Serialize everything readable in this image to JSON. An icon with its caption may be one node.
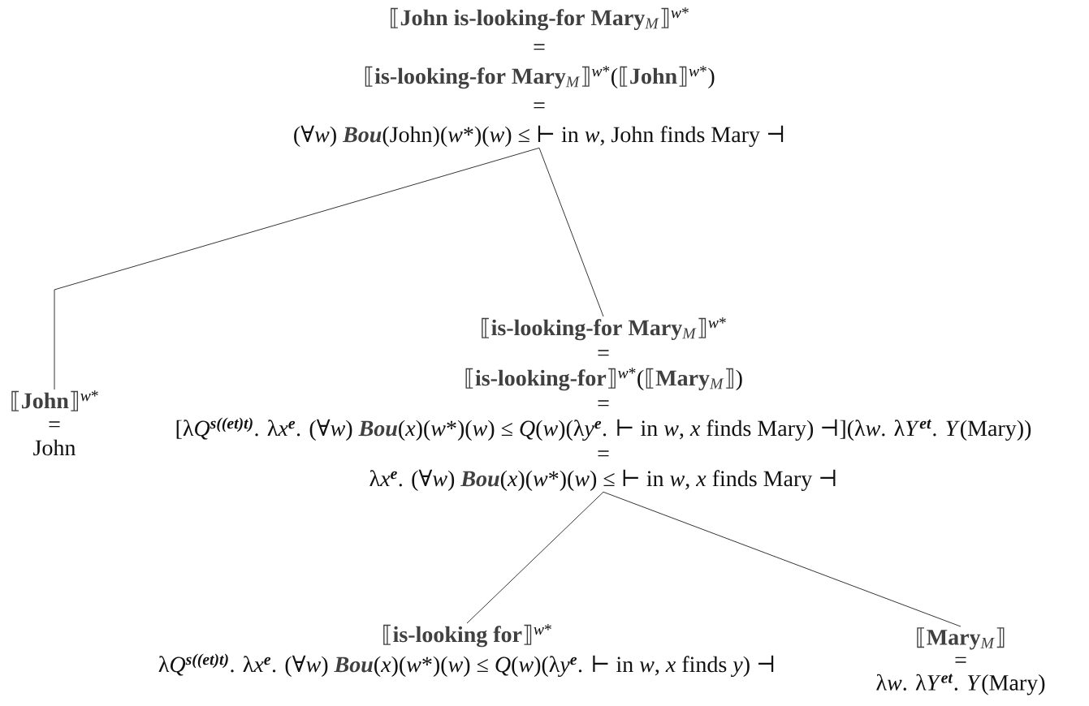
{
  "diagram": {
    "nodes": [
      {
        "text": [
          "\\text{\\textcolor{darkgray}{⟦\\textbf{John is-looking-for Mary}\\textsubscript{\\textit{M}}⟧}\\textsuperscript{\\textit{w}*}}",
          "=",
          "\\text{\\textcolor{darkgray}{⟦\\textbf{is-looking-for Mary}\\textsubscript{\\textit{M}}⟧}\\textsuperscript{\\textit{w}*}(\\textcolor{darkgray}{⟦\\textbf{John}⟧}\\textsuperscript{\\textit{w}*})}",
          "=",
          "\\text{(∀\\textit{w}) \\textcolor{darkgray}{\\textbf{\\textit{Bou}}}(John)(\\textit{w}*)(\\textit{w}) ≤ ⊢  in \\textit{w}, John finds Mary ⊣}"
        ]
      },
      {
        "text": [
          "\\text{\\textcolor{darkgray}{⟦\\textbf{John}⟧}\\textsuperscript{\\textit{w}*}}",
          "=",
          "John"
        ]
      },
      {
        "text": [
          "\\text{\\textcolor{darkgray}{⟦\\textbf{is-looking-for Mary}\\textsubscript{\\textit{M}}⟧}\\textsuperscript{\\textit{w}*}}",
          "=",
          "\\text{\\textcolor{darkgray}{⟦\\textbf{is-looking-for}⟧}\\textsuperscript{\\textit{w}*}(\\textcolor{darkgray}{⟦\\textbf{Mary}\\textsubscript{\\textit{M}}⟧})}",
          "=",
          "\\text{[λ\\textit{Q}\\textsuperscript{\\textbf{\\textit{s((et)t)}}}. λ\\textit{x}\\textsuperscript{\\textbf{\\textit{e}}}. (∀\\textit{w}) \\textcolor{darkgray}{\\textbf{\\textit{Bou}}}(\\textit{x})(\\textit{w}*)(\\textit{w}) ≤ \\textit{Q}(\\textit{w})(λ\\textit{y}\\textsuperscript{\\textbf{\\textit{e}}}. ⊢ in \\textit{w}, \\textit{x} finds Mary) ⊣](λ\\textit{w}. λ\\textit{Y}\\textsuperscript{\\textbf{\\textit{et}}}. \\textit{Y}(Mary))}",
          "=",
          "\\text{λ\\textit{x}\\textsuperscript{\\textbf{\\textit{e}}}. (∀\\textit{w}) \\textcolor{darkgray}{\\textbf{\\textit{Bou}}}(\\textit{x})(\\textit{w}*)(\\textit{w}) ≤ ⊢ in \\textit{w}, \\textit{x} finds Mary ⊣}"
        ]
      },
      {
        "text": [
          "\\text{\\textcolor{darkgray}{⟦\\textbf{is-looking for}⟧}\\textsuperscript{\\textit{w}*}}",
          "\\text{λ\\textit{Q}\\textsuperscript{\\textbf{\\textit{s((et)t)}}}. λ\\textit{x}\\textsuperscript{\\textbf{\\textit{e}}}. (∀\\textit{w}) \\textcolor{darkgray}{\\textbf{\\textit{Bou}}}(\\textit{x})(\\textit{w}*)(\\textit{w}) ≤ \\textit{Q}(\\textit{w})(λ\\textit{y}\\textsuperscript{\\textbf{\\textit{e}}}. ⊢ in \\textit{w}, \\textit{x} finds \\textit{y}) ⊣}"
        ]
      },
      {
        "text": [
          "\\text{\\textcolor{darkgray}{⟦\\textbf{Mary}\\textsubscript{\\textit{M}}⟧}}",
          "=",
          "\\text{λ\\textit{w}. λ\\textit{Y}\\textsuperscript{\\textbf{\\textit{et}}}. \\textit{Y}(Mary)}"
        ]
      }
    ],
    "edges": [
      {
        "from": 0,
        "to": 1,
        "arrow": "none"
      },
      {
        "from": 0,
        "to": 2,
        "arrow": "none"
      },
      {
        "from": 2,
        "to": 3,
        "arrow": "none"
      },
      {
        "from": 2,
        "to": 4,
        "arrow": "none"
      }
    ]
  }
}
